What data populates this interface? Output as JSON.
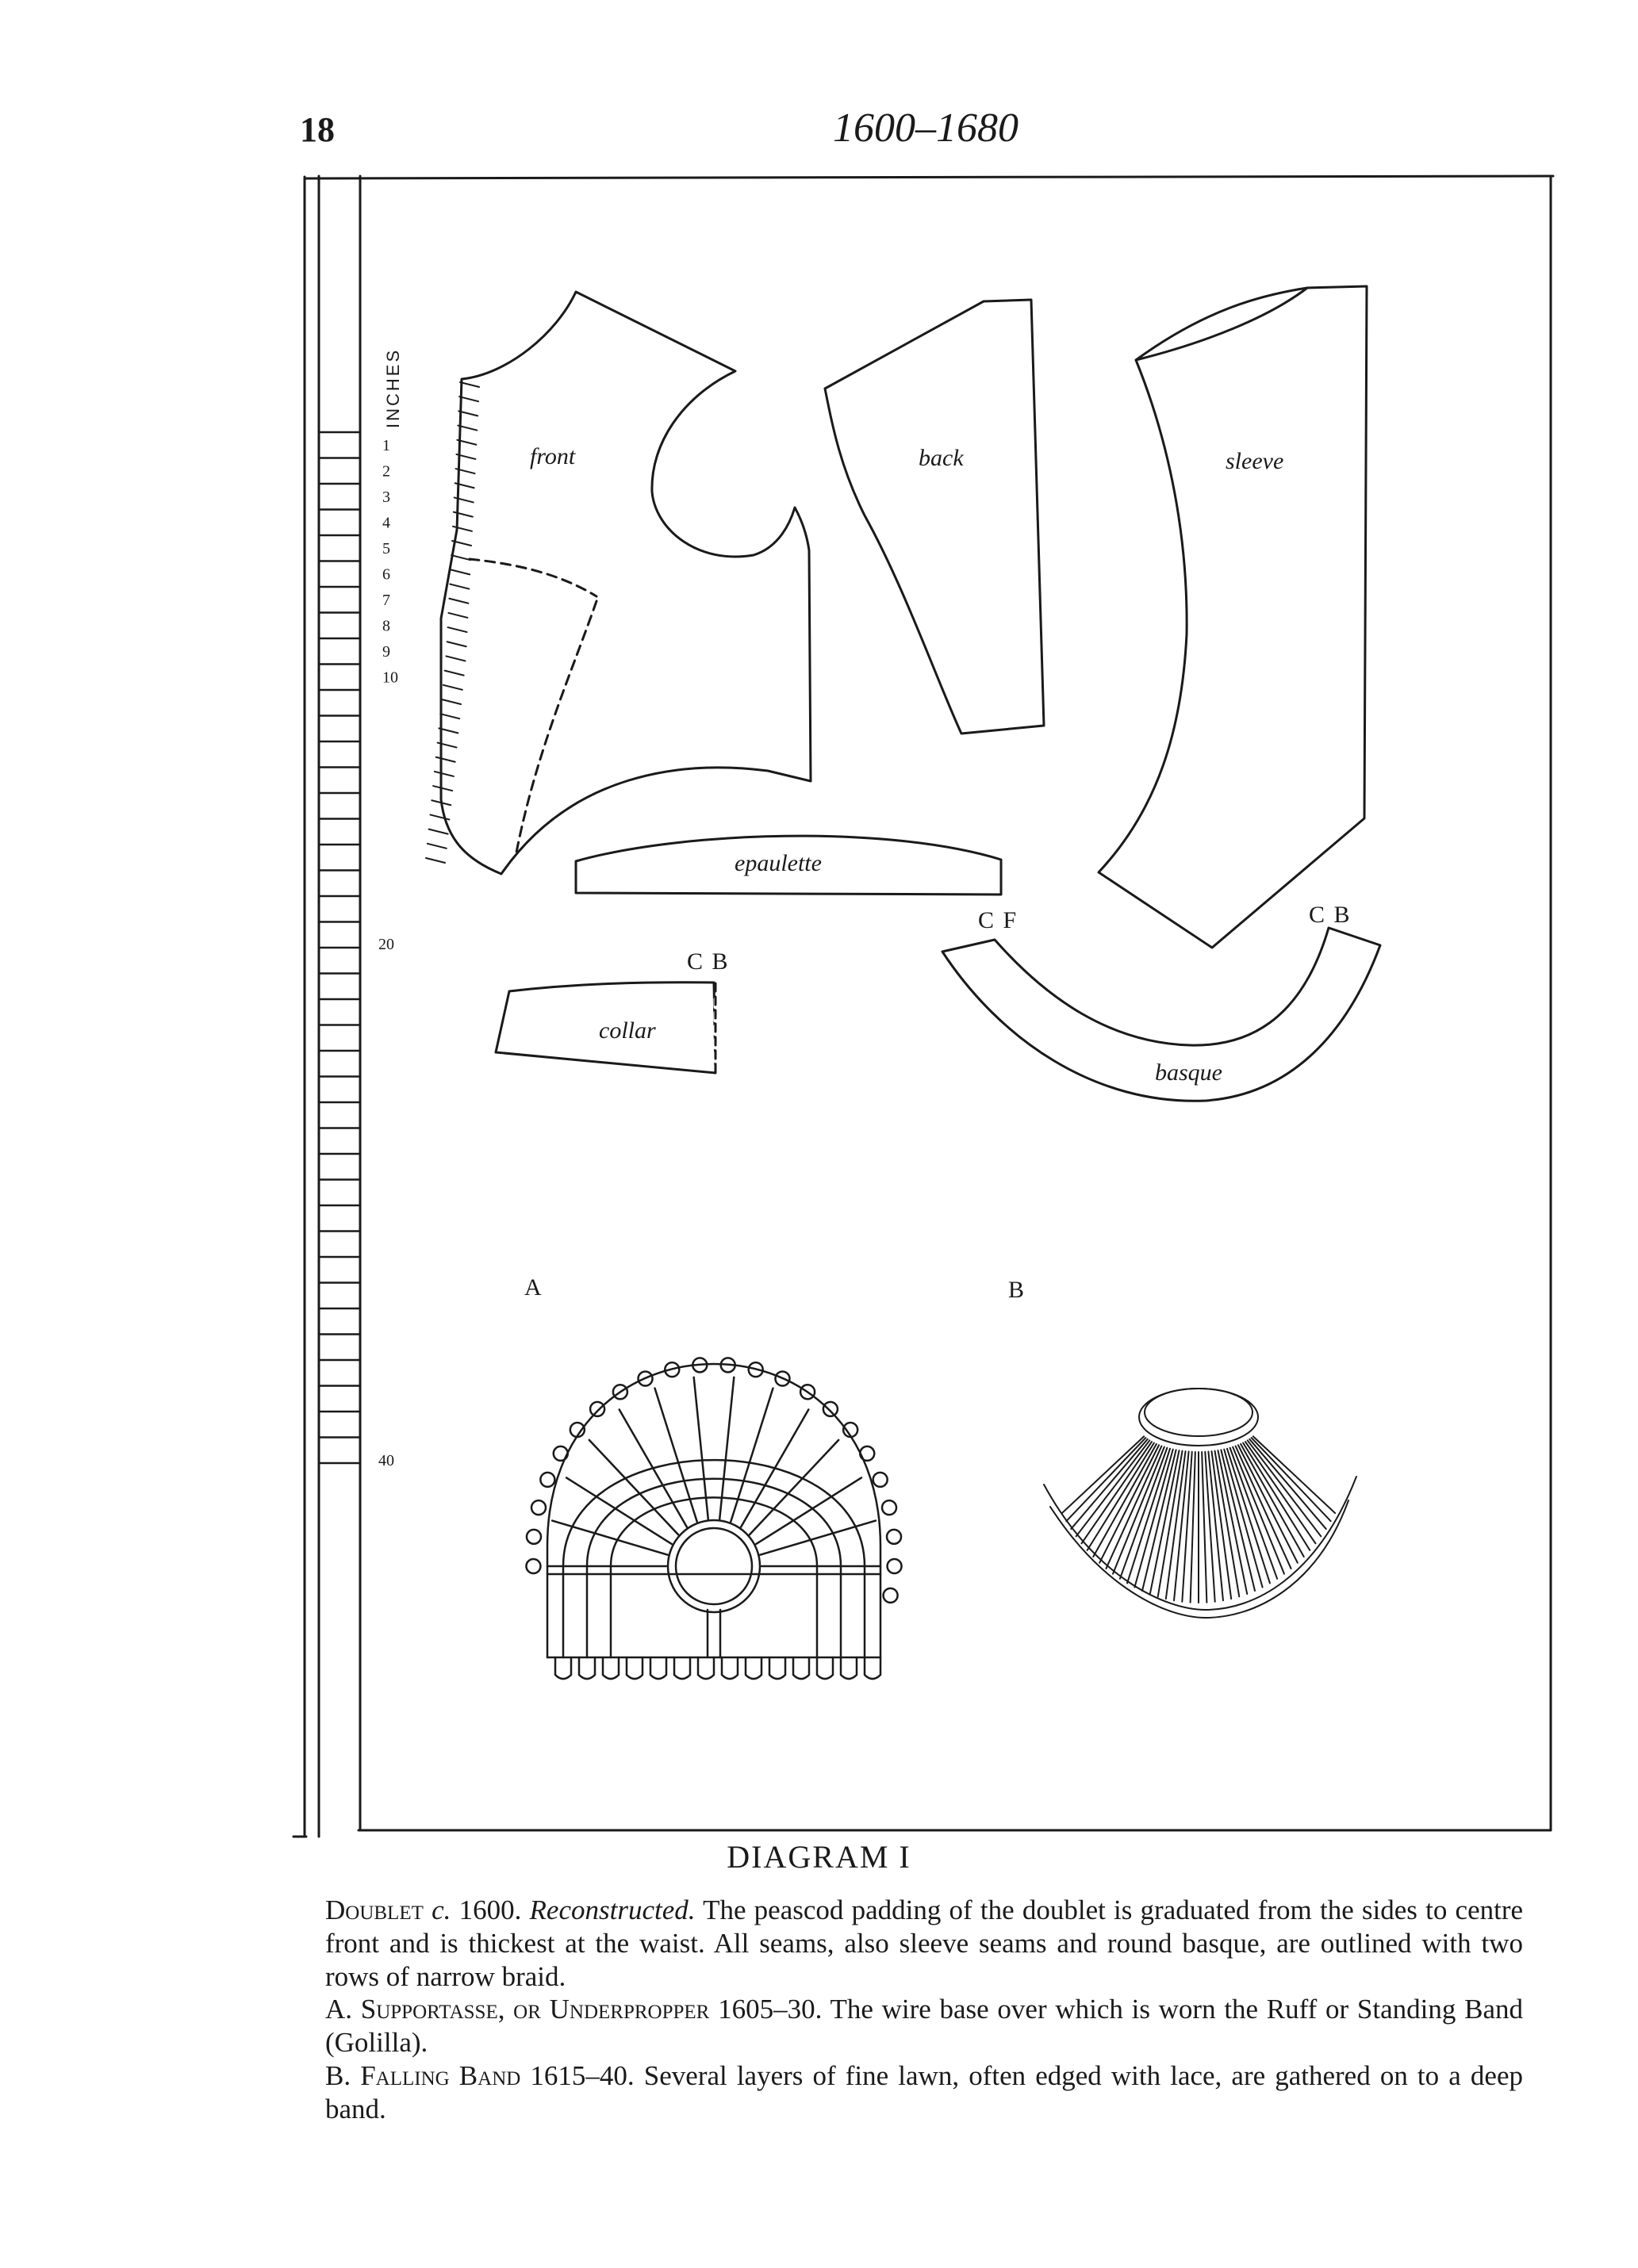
{
  "header": {
    "page_number": "18",
    "running_head": "1600–1680"
  },
  "scale": {
    "unit_label": "INCHES",
    "ticks": [
      "1",
      "2",
      "3",
      "4",
      "5",
      "6",
      "7",
      "8",
      "9",
      "10"
    ],
    "mark_20": "20",
    "mark_40": "40"
  },
  "pieces": {
    "front": "front",
    "back": "back",
    "sleeve": "sleeve",
    "epaulette": "epaulette",
    "collar": "collar",
    "collar_cb": "C B",
    "basque": "basque",
    "basque_cf": "C F",
    "basque_cb": "C B"
  },
  "figures": {
    "a": "A",
    "b": "B"
  },
  "caption": {
    "title": "DIAGRAM I",
    "p1_lead": "Doublet",
    "p1_c": "c.",
    "p1_date": "1600.",
    "p1_recon": "Reconstructed.",
    "p1_text": "The peascod padding of the doublet is graduated from the sides to centre front and is thickest at the waist. All seams, also sleeve seams and round basque, are outlined with two rows of narrow braid.",
    "p2_lead": "A. Supportasse, or Underpropper",
    "p2_text": "1605–30. The wire base over which is worn the Ruff or Standing Band (Golilla).",
    "p3_lead": "B. Falling Band",
    "p3_text": "1615–40. Several layers of fine lawn, often edged with lace, are gathered on to a deep band."
  }
}
